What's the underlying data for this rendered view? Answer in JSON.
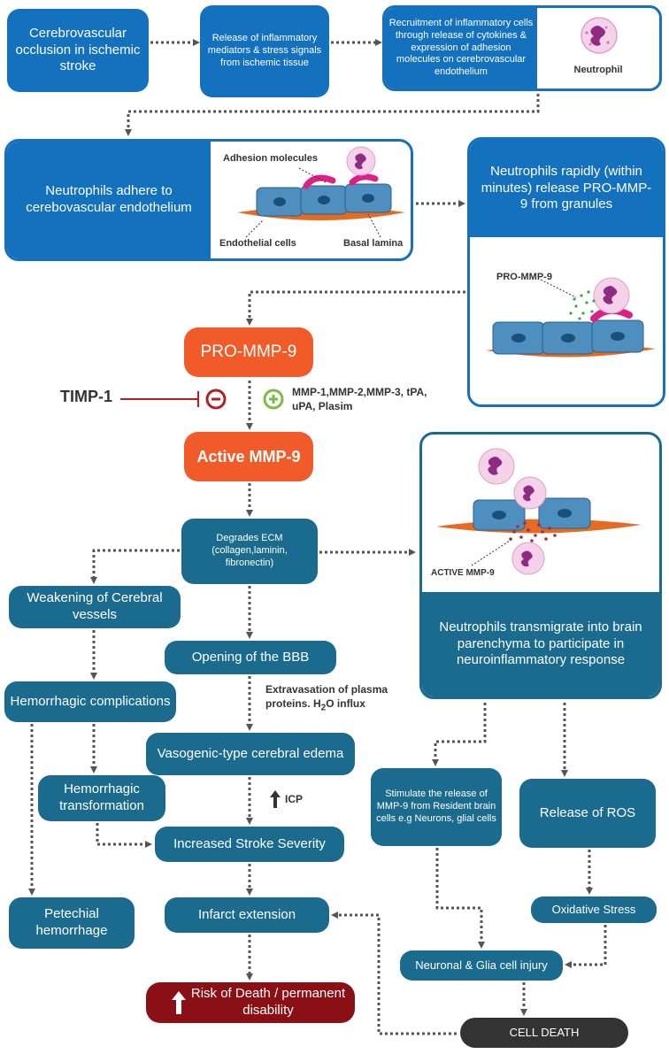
{
  "colors": {
    "blue": "#1371bd",
    "teal": "#1a6b8d",
    "orange": "#f15a29",
    "maroon": "#8a1015",
    "dark": "#333333",
    "cell": "#4e8fc0",
    "lamina": "#e56b22",
    "adhesion": "#dd1f86",
    "inhibit": "#b41f24",
    "activate": "#7bbd42"
  },
  "nodes": {
    "occlusion": "Cerebrovascular occlusion in ischemic stroke",
    "mediators": "Release of inflammatory mediators & stress signals from ischemic tissue",
    "recruitment": "Recruitment of inflammatory cells through release of cytokines & expression of adhesion molecules on cerebrovascular endothelium",
    "neutrophil": "Neutrophil",
    "adhere": "Neutrophils adhere to cerebovascular endothelium",
    "adhesion_molecules": "Adhesion molecules",
    "endothelial_cells": "Endothelial cells",
    "basal_lamina": "Basal lamina",
    "release_pro": "Neutrophils rapidly (within minutes) release PRO-MMP-9 from granules",
    "pro_label": "PRO-MMP-9",
    "pro_mmp9": "PRO-MMP-9",
    "timp1": "TIMP-1",
    "activators": "MMP-1,MMP-2,MMP-3, tPA, uPA, Plasim",
    "active_mmp9": "Active MMP-9",
    "degrades": "Degrades ECM (collagen,laminin, fibronectin)",
    "active_label": "ACTIVE MMP-9",
    "transmigrate": "Neutrophils transmigrate into brain parenchyma to participate in neuroinflammatory response",
    "weakening": "Weakening of Cerebral vessels",
    "opening_bbb": "Opening of the BBB",
    "hemorrhagic_comp": "Hemorrhagic complications",
    "extravasation_a": "Extravasation of plasma proteins. H",
    "extravasation_sub": "2",
    "extravasation_b": "O influx",
    "vasogenic": "Vasogenic-type cerebral edema",
    "hemorrhagic_trans": "Hemorrhagic transformation",
    "icp": "ICP",
    "stimulate": "Stimulate the release of MMP-9 from Resident brain cells e.g Neurons, glial cells",
    "ros": "Release of ROS",
    "severity": "Increased Stroke Severity",
    "infarct": "Infarct extension",
    "petechial": "Petechial hemorrhage",
    "oxidative": "Oxidative Stress",
    "neuronal_injury": "Neuronal & Glia cell injury",
    "risk": "Risk of Death / permanent disability",
    "cell_death": "CELL DEATH"
  }
}
